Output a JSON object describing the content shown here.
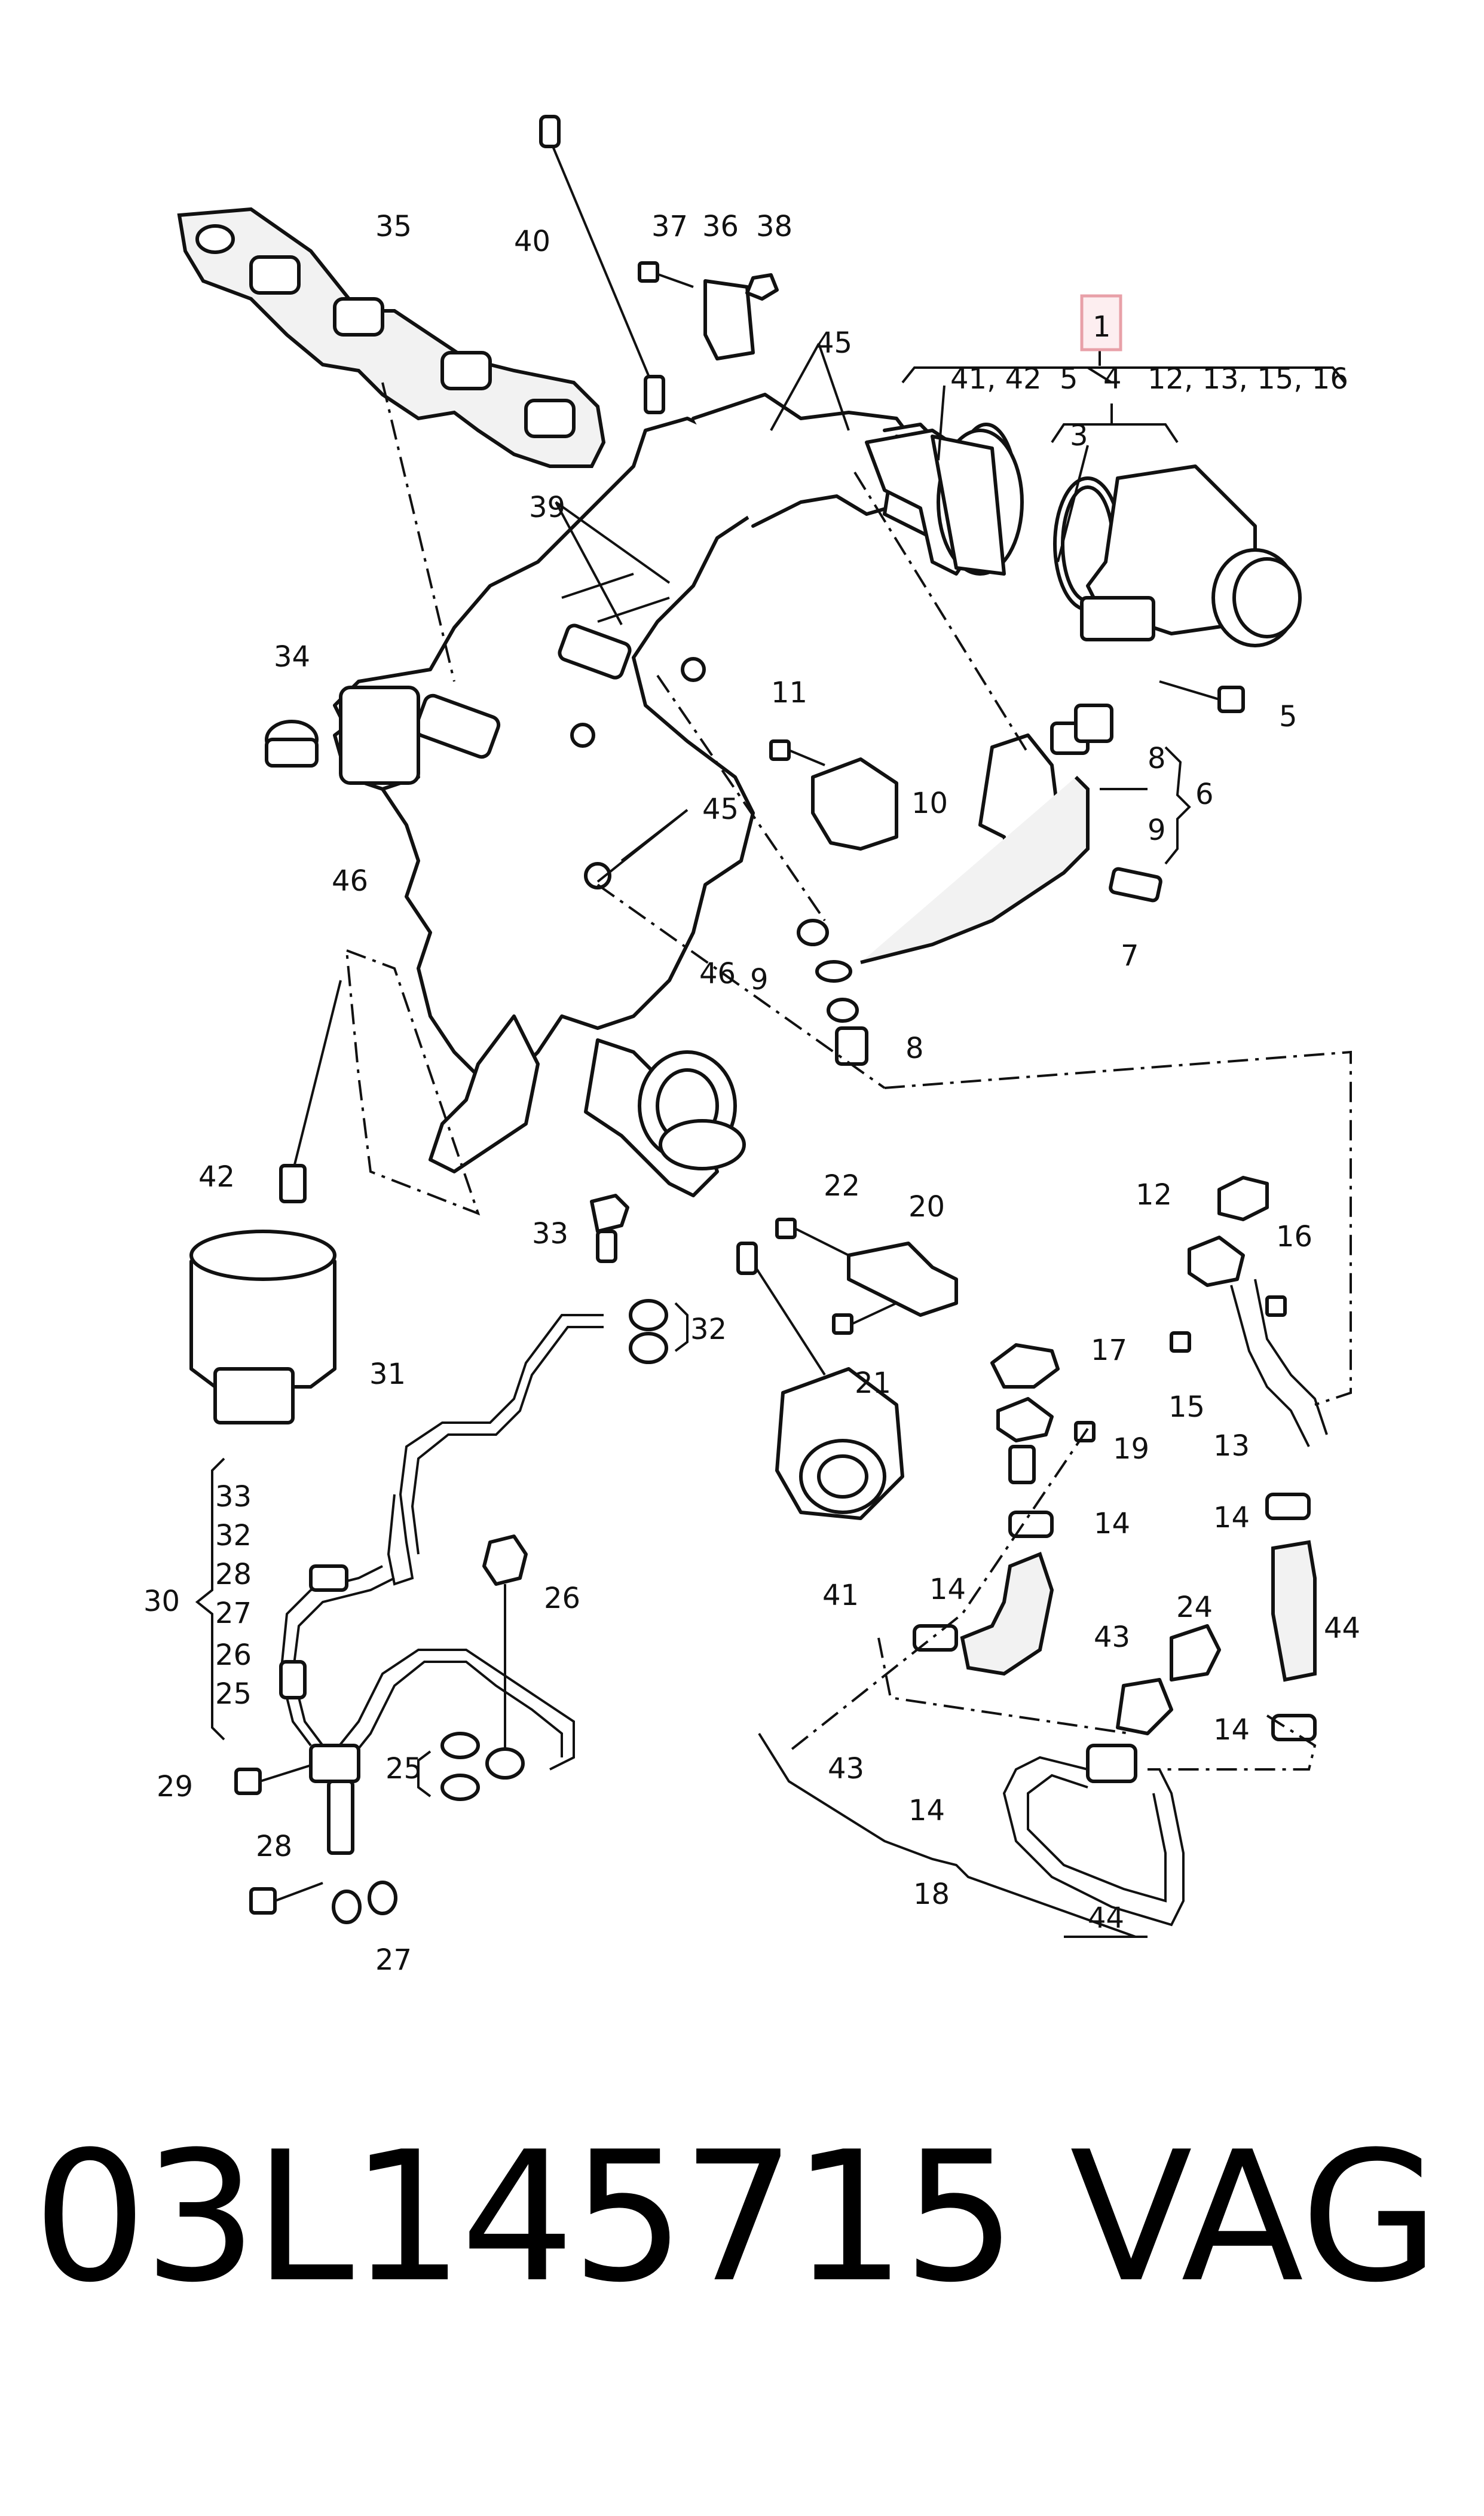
{
  "diagram": {
    "callouts": [
      {
        "id": "c1",
        "text": "1"
      },
      {
        "id": "c41_42",
        "text": "41, 42"
      },
      {
        "id": "c5a",
        "text": "5"
      },
      {
        "id": "c4",
        "text": "4"
      },
      {
        "id": "c12_16",
        "text": "12, 13, 15, 16"
      },
      {
        "id": "c3",
        "text": "3"
      },
      {
        "id": "c5b",
        "text": "5"
      },
      {
        "id": "c6",
        "text": "6"
      },
      {
        "id": "c8a",
        "text": "8"
      },
      {
        "id": "c9a",
        "text": "9"
      },
      {
        "id": "c7",
        "text": "7"
      },
      {
        "id": "c8b",
        "text": "8"
      },
      {
        "id": "c9b",
        "text": "9"
      },
      {
        "id": "c10",
        "text": "10"
      },
      {
        "id": "c11",
        "text": "11"
      },
      {
        "id": "c35",
        "text": "35"
      },
      {
        "id": "c37",
        "text": "37"
      },
      {
        "id": "c36",
        "text": "36"
      },
      {
        "id": "c38",
        "text": "38"
      },
      {
        "id": "c40",
        "text": "40"
      },
      {
        "id": "c45a",
        "text": "45"
      },
      {
        "id": "c39",
        "text": "39"
      },
      {
        "id": "c34",
        "text": "34"
      },
      {
        "id": "c45b",
        "text": "45"
      },
      {
        "id": "c46a",
        "text": "46"
      },
      {
        "id": "c46b",
        "text": "46"
      },
      {
        "id": "c42",
        "text": "42"
      },
      {
        "id": "c33a",
        "text": "33"
      },
      {
        "id": "c32a",
        "text": "32"
      },
      {
        "id": "c31",
        "text": "31"
      },
      {
        "id": "c22",
        "text": "22"
      },
      {
        "id": "c20",
        "text": "20"
      },
      {
        "id": "c21",
        "text": "21"
      },
      {
        "id": "c41",
        "text": "41"
      },
      {
        "id": "c12",
        "text": "12"
      },
      {
        "id": "c16",
        "text": "16"
      },
      {
        "id": "c17",
        "text": "17"
      },
      {
        "id": "c15",
        "text": "15"
      },
      {
        "id": "c13",
        "text": "13"
      },
      {
        "id": "c19",
        "text": "19"
      },
      {
        "id": "c14a",
        "text": "14"
      },
      {
        "id": "c14b",
        "text": "14"
      },
      {
        "id": "c14c",
        "text": "14"
      },
      {
        "id": "c43a",
        "text": "43"
      },
      {
        "id": "c24",
        "text": "24"
      },
      {
        "id": "c44a",
        "text": "44"
      },
      {
        "id": "c14d",
        "text": "14"
      },
      {
        "id": "c43b",
        "text": "43"
      },
      {
        "id": "c14e",
        "text": "14"
      },
      {
        "id": "c18",
        "text": "18"
      },
      {
        "id": "c44b",
        "text": "44"
      },
      {
        "id": "c30",
        "text": "30"
      },
      {
        "id": "c33b",
        "text": "33"
      },
      {
        "id": "c32b",
        "text": "32"
      },
      {
        "id": "c28a",
        "text": "28"
      },
      {
        "id": "c27a",
        "text": "27"
      },
      {
        "id": "c26a",
        "text": "26"
      },
      {
        "id": "c25a",
        "text": "25"
      },
      {
        "id": "c26b",
        "text": "26"
      },
      {
        "id": "c29",
        "text": "29"
      },
      {
        "id": "c25b",
        "text": "25"
      },
      {
        "id": "c28b",
        "text": "28"
      },
      {
        "id": "c27b",
        "text": "27"
      }
    ],
    "highlight_color": "#e8a0a8",
    "line_color": "#111111"
  },
  "footer": {
    "part_number": "03L145715",
    "brand": "VAG"
  }
}
